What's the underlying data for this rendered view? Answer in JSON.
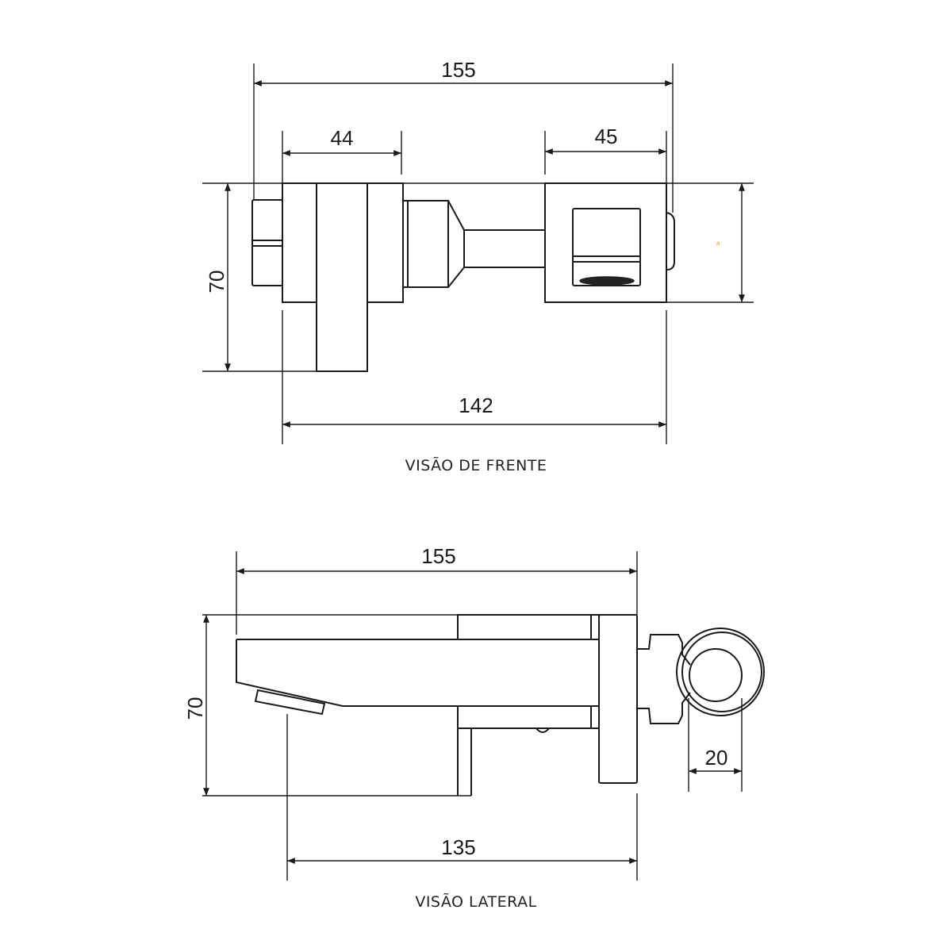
{
  "front_view": {
    "caption": "VISÃO DE FRENTE",
    "dimensions": {
      "overall_width": "155",
      "left_block": "44",
      "right_block": "45",
      "height": "70",
      "base_width": "142"
    },
    "small_mark": "a"
  },
  "side_view": {
    "caption": "VISÃO LATERAL",
    "dimensions": {
      "overall_length": "155",
      "height": "70",
      "ring": "20",
      "projection": "135"
    }
  },
  "colors": {
    "line": "#1a1a1a",
    "background": "#ffffff"
  }
}
